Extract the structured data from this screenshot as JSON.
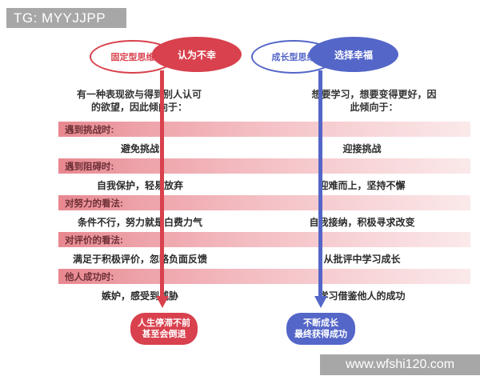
{
  "header": {
    "badge": "TG: MYYJJPP"
  },
  "watermark": {
    "text": "www.wfshi120.com"
  },
  "colors": {
    "fixed_red": "#d8414d",
    "growth_blue": "#5466c8",
    "band_pink": "#e8878f",
    "band_label_text": "#6d3036",
    "gray_bar": "#a7a7a7"
  },
  "fixed": {
    "type_label": "固定型思维",
    "motto": "认为不幸",
    "intro": "有一种表现欲与得到别人认可\n的欲望，因此倾向于：",
    "outcome": "人生停滞不前\n甚至会倒退"
  },
  "growth": {
    "type_label": "成长型思维",
    "motto": "选择幸福",
    "intro": "想要学习，想要变得更好，因\n此倾向于：",
    "outcome": "不断成长\n最终获得成功"
  },
  "rows": [
    {
      "label": "遇到挑战时:",
      "left": "避免挑战",
      "right": "迎接挑战"
    },
    {
      "label": "遇到阻碍时:",
      "left": "自我保护，轻易放弃",
      "right": "迎难而上，坚持不懈"
    },
    {
      "label": "对努力的看法:",
      "left": "条件不行，努力就是白费力气",
      "right": "自我接纳，积极寻求改变"
    },
    {
      "label": "对评价的看法:",
      "left": "满足于积极评价，忽略负面反馈",
      "right": "从批评中学习成长"
    },
    {
      "label": "他人成功时:",
      "left": "嫉妒，感受到威胁",
      "right": "学习借鉴他人的成功"
    }
  ]
}
